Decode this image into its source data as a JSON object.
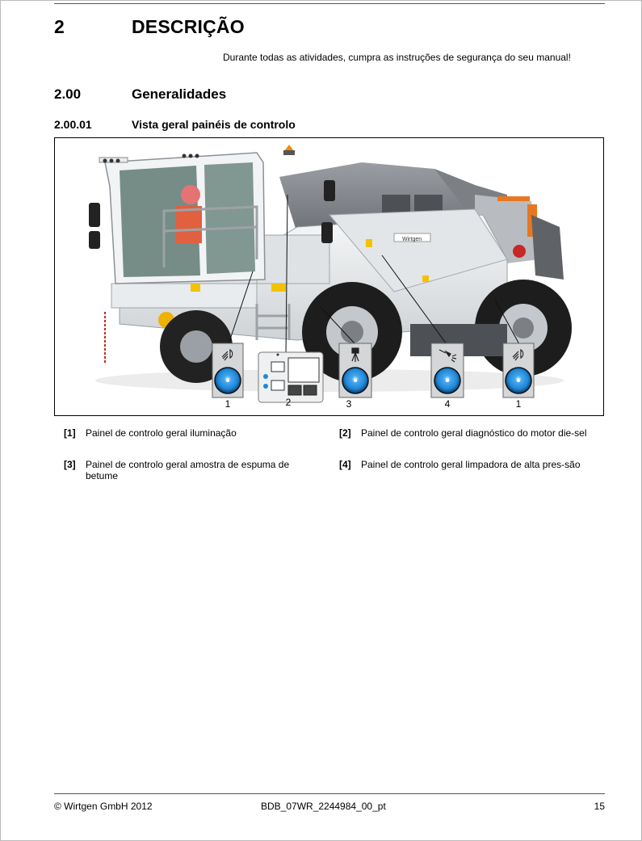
{
  "chapter": {
    "number": "2",
    "title": "DESCRIÇÃO"
  },
  "intro": "Durante todas as atividades, cumpra as instruções de segurança do seu manual!",
  "section": {
    "number": "2.00",
    "title": "Generalidades"
  },
  "subsection": {
    "number": "2.00.01",
    "title": "Vista geral painéis de controlo"
  },
  "figure": {
    "callouts": [
      "1",
      "2",
      "3",
      "4",
      "1"
    ],
    "brand_text": "Wirtgen"
  },
  "legend": [
    {
      "tag": "[1]",
      "text": "Painel de controlo geral iluminação"
    },
    {
      "tag": "[2]",
      "text": "Painel de controlo geral diagnóstico do motor die-sel"
    },
    {
      "tag": "[3]",
      "text": "Painel de controlo geral amostra de espuma de betume"
    },
    {
      "tag": "[4]",
      "text": "Painel de controlo geral limpadora de alta pres-são"
    }
  ],
  "footer": {
    "copyright": "© Wirtgen GmbH 2012",
    "doc_id": "BDB_07WR_2244984_00_pt",
    "page": "15"
  },
  "colors": {
    "button_blue": "#1e88d8",
    "machine_grey": "#8c8f94",
    "machine_white": "#eef0f1",
    "accent_orange": "#e87722"
  },
  "icons": [
    "light-icon",
    "spray-icon",
    "washer-icon"
  ]
}
